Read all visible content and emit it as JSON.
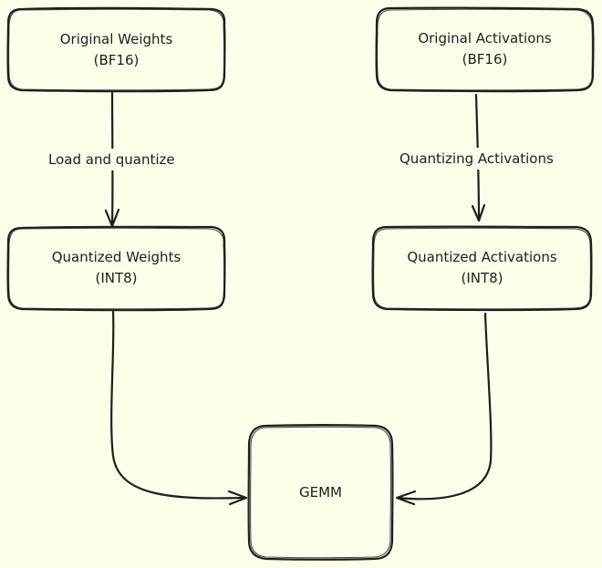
{
  "nodes": {
    "original_weights": {
      "line1": "Original Weights",
      "line2": "(BF16)"
    },
    "original_activations": {
      "line1": "Original Activations",
      "line2": "(BF16)"
    },
    "quantized_weights": {
      "line1": "Quantized Weights",
      "line2": "(INT8)"
    },
    "quantized_activations": {
      "line1": "Quantized Activations",
      "line2": "(INT8)"
    },
    "gemm": {
      "label": "GEMM"
    }
  },
  "edges": {
    "load_and_quantize": "Load and quantize",
    "quantizing_activations": "Quantizing Activations"
  },
  "colors": {
    "background": "#fefde9",
    "stroke": "#1e1e1e"
  }
}
